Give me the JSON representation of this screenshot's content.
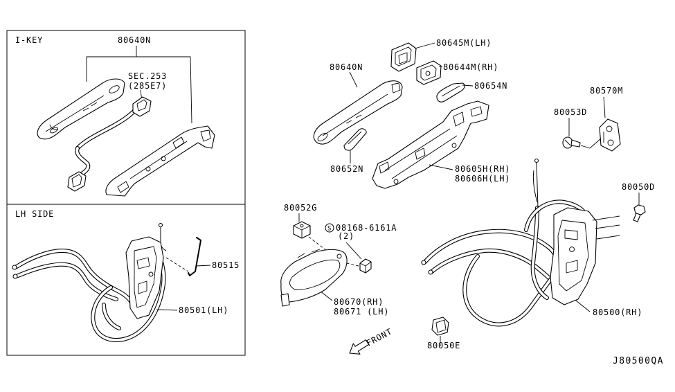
{
  "diagram": {
    "panels": {
      "ikey": {
        "title": "I-KEY"
      },
      "lh_side": {
        "title": "LH SIDE"
      }
    },
    "labels": {
      "ikey_handle": "80640N",
      "ikey_section": "SEC.253",
      "ikey_section_ref": "(285E7)",
      "lh_rod": "80515",
      "lh_lock": "80501(LH)",
      "cap_lh": "80645M(LH)",
      "handle": "80640N",
      "cap_rh": "80644M(RH)",
      "gasket_rear": "80654N",
      "striker": "80570M",
      "striker_screw": "80053D",
      "gasket_front": "80652N",
      "bracket_rh": "80605H(RH)",
      "bracket_lh": "80606H(LH)",
      "lock_bolt": "80050D",
      "inside_handle_pad": "80052G",
      "screw_code": "08168-6161A",
      "screw_qty": "(2)",
      "inside_handle_rh": "80670(RH)",
      "inside_handle_lh": "80671 (LH)",
      "lock_rh": "80500(RH)",
      "clip": "80050E",
      "front": "FRONT"
    },
    "symbols": {
      "screw_prefix": "S"
    },
    "code": "J80500QA",
    "colors": {
      "ink": "#000000",
      "background": "#ffffff"
    }
  }
}
